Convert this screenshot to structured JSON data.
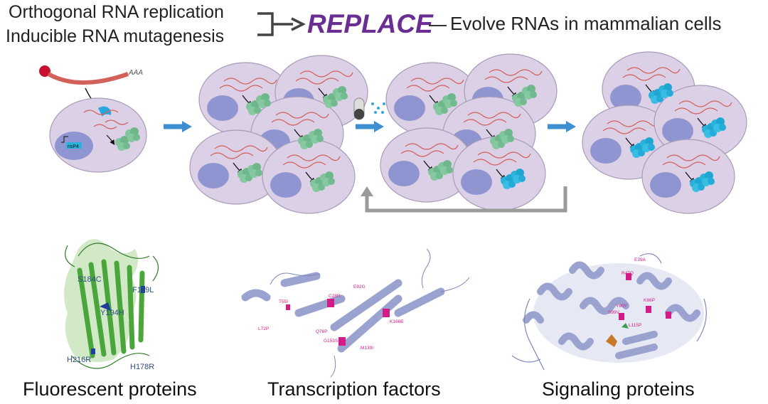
{
  "header": {
    "line1": "Orthogonal RNA replication",
    "line2": "Inducible RNA mutagenesis",
    "title": "REPLACE",
    "tagline": "Evolve RNAs in mammalian cells"
  },
  "workflow": {
    "polyA_label": "AAA",
    "gene_label": "nsP4"
  },
  "proteins": [
    {
      "caption": "Fluorescent proteins",
      "mutations": [
        "S184C",
        "F119L",
        "Y194H",
        "H216R",
        "H178R"
      ]
    },
    {
      "caption": "Transcription factors",
      "mutations": [
        "E92G",
        "T55I",
        "C28R",
        "L72P",
        "Q78P",
        "K166E",
        "G153S",
        "M139I"
      ]
    },
    {
      "caption": "Signaling proteins",
      "mutations": [
        "E39A",
        "R47Q",
        "Y60Y",
        "S99V",
        "K86P",
        "L115P"
      ]
    }
  ],
  "colors": {
    "title": "#6a2e92",
    "cell_fill": "#dcd0e6",
    "nucleus": "#8f95d0",
    "protein_green": "#7fc49a",
    "protein_cyan": "#29b3dc",
    "arrow_blue": "#3d8fd0",
    "loop_gray": "#9a9a9a",
    "gfp_green": "#55b045",
    "ribbon_lavender": "#9aa2cf",
    "mutation_magenta": "#d21c86"
  }
}
